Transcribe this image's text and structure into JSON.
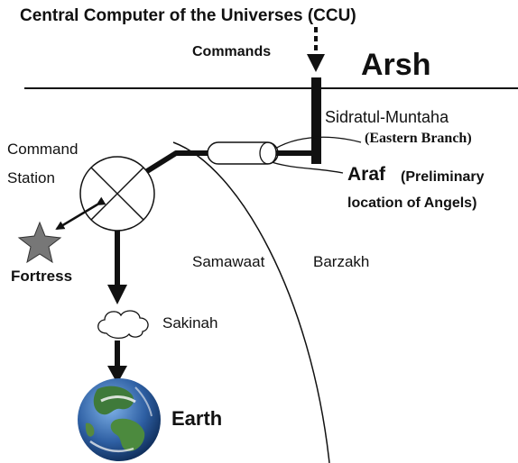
{
  "diagram": {
    "title": "Central Computer of the Universes (CCU)",
    "labels": {
      "commands": "Commands",
      "arsh": "Arsh",
      "sidratul": "Sidratul-Muntaha",
      "eastern": "(Eastern Branch)",
      "araf": "Araf",
      "araf_note_1": "(Preliminary",
      "araf_note_2": "location of Angels)",
      "command_station_1": "Command",
      "command_station_2": "Station",
      "fortress": "Fortress",
      "samawaat": "Samawaat",
      "barzakh": "Barzakh",
      "sakinah": "Sakinah",
      "earth": "Earth"
    },
    "colors": {
      "ink": "#111111",
      "star": "#777777",
      "ocean": "#2e5fa3",
      "land": "#3f7a3a"
    },
    "icons": [
      "star-icon",
      "cloud-icon",
      "earth-globe-icon",
      "crossed-circle-icon"
    ]
  }
}
